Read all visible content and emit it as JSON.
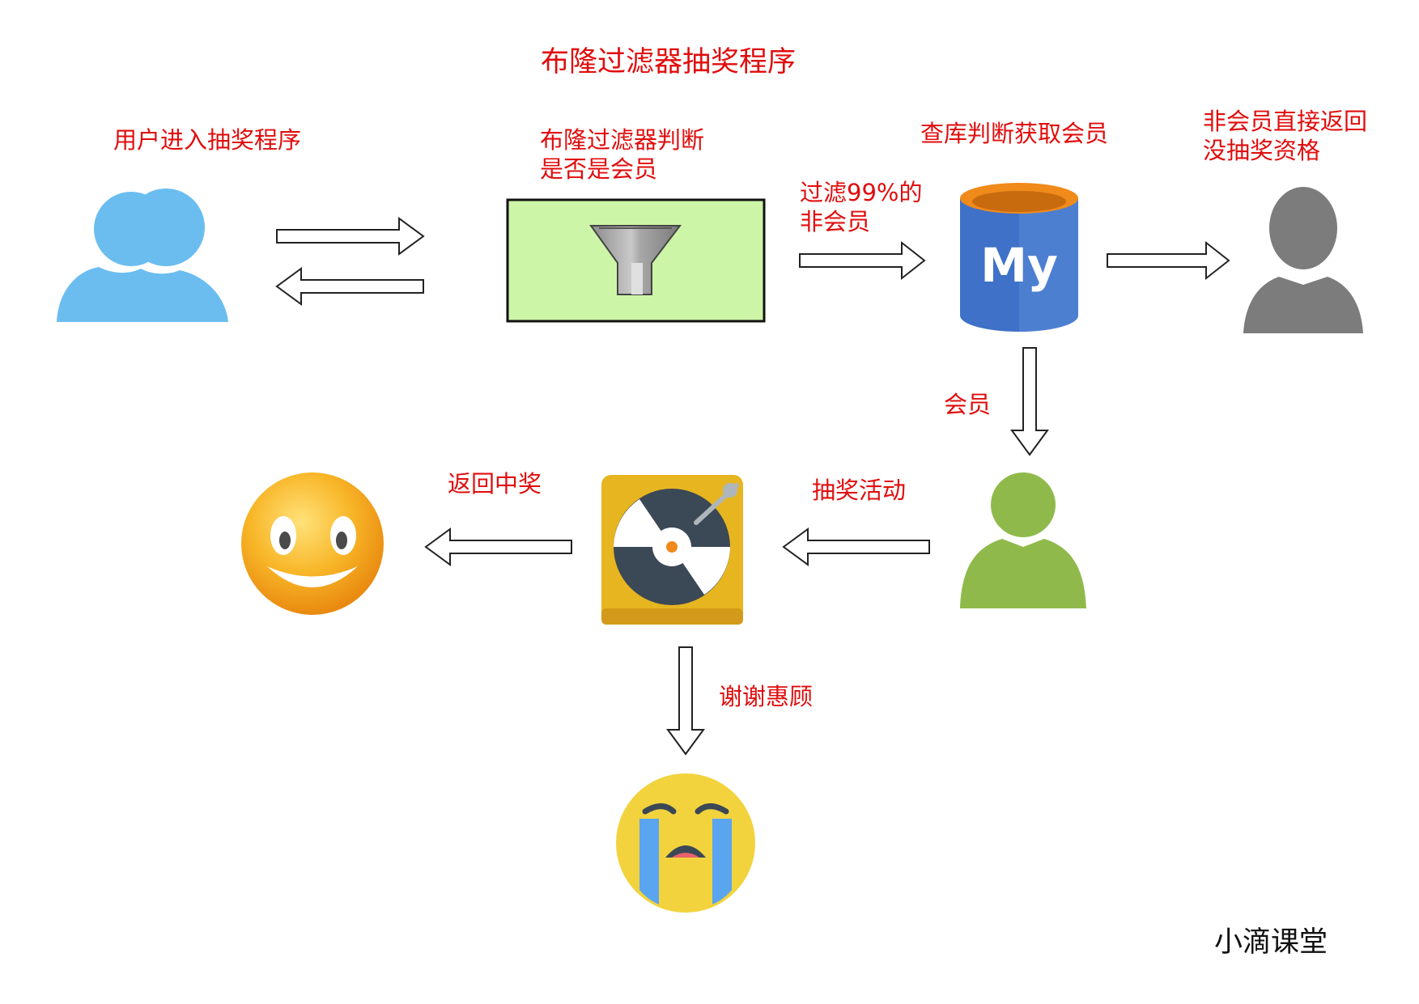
{
  "diagram": {
    "title": "布隆过滤器抽奖程序",
    "watermark": "小滴课堂",
    "nodes": {
      "user": {
        "label": "用户进入抽奖程序",
        "icon": "user-group-icon"
      },
      "bloom_filter": {
        "label": "布隆过滤器判断\n是否是会员",
        "icon": "funnel-icon"
      },
      "database": {
        "label": "查库判断获取会员",
        "icon": "mysql-database-icon",
        "icon_text": "My"
      },
      "non_member": {
        "label": "非会员直接返回\n没抽奖资格",
        "icon": "grey-user-icon"
      },
      "member": {
        "icon": "green-user-icon"
      },
      "lottery": {
        "icon": "turntable-icon"
      },
      "win": {
        "icon": "smiley-face-icon"
      },
      "lose": {
        "icon": "crying-face-icon"
      }
    },
    "edges": {
      "filter_to_db": "过滤99%的\n非会员",
      "db_to_member": "会员",
      "member_to_lottery": "抽奖活动",
      "lottery_to_win": "返回中奖",
      "lottery_to_lose": "谢谢惠顾"
    },
    "colors": {
      "label": "#e00d0d",
      "user_blue": "#6bbdf0",
      "filter_box": "#cdf5a8",
      "db_blue": "#3e71c7",
      "db_orange": "#f08a1a",
      "grey_user": "#7c7c7c",
      "green_user": "#8fba4b",
      "turntable_bg": "#e6b51f",
      "record": "#3b4856"
    }
  }
}
